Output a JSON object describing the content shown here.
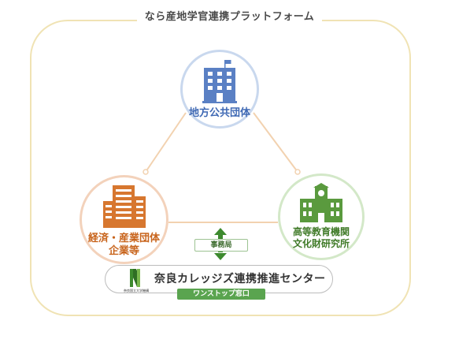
{
  "title": "なら産地学官連携プラットフォーム",
  "nodes": {
    "government": {
      "label": "地方公共団体"
    },
    "business": {
      "line1": "経済・産業団体",
      "line2": "企業等"
    },
    "education": {
      "line1": "高等教育機関",
      "line2": "文化財研究所"
    }
  },
  "secretariat": "事務局",
  "center": {
    "name": "奈良カレッジズ連携推進センター",
    "logo_subtext": "奈良国立大学機構",
    "badge": "ワンストップ窓口"
  },
  "colors": {
    "frame": "#f0e3b4",
    "connector": "#f2d2b0",
    "government": "#5a80c4",
    "business": "#d7772f",
    "education": "#5a9a3e",
    "arrow": "#3d8a2e"
  },
  "icons": {
    "government": "office-building-icon",
    "business": "city-buildings-icon",
    "education": "school-building-icon",
    "arrow": "double-arrow-vertical-icon",
    "logo": "nara-colleges-logo-icon"
  }
}
